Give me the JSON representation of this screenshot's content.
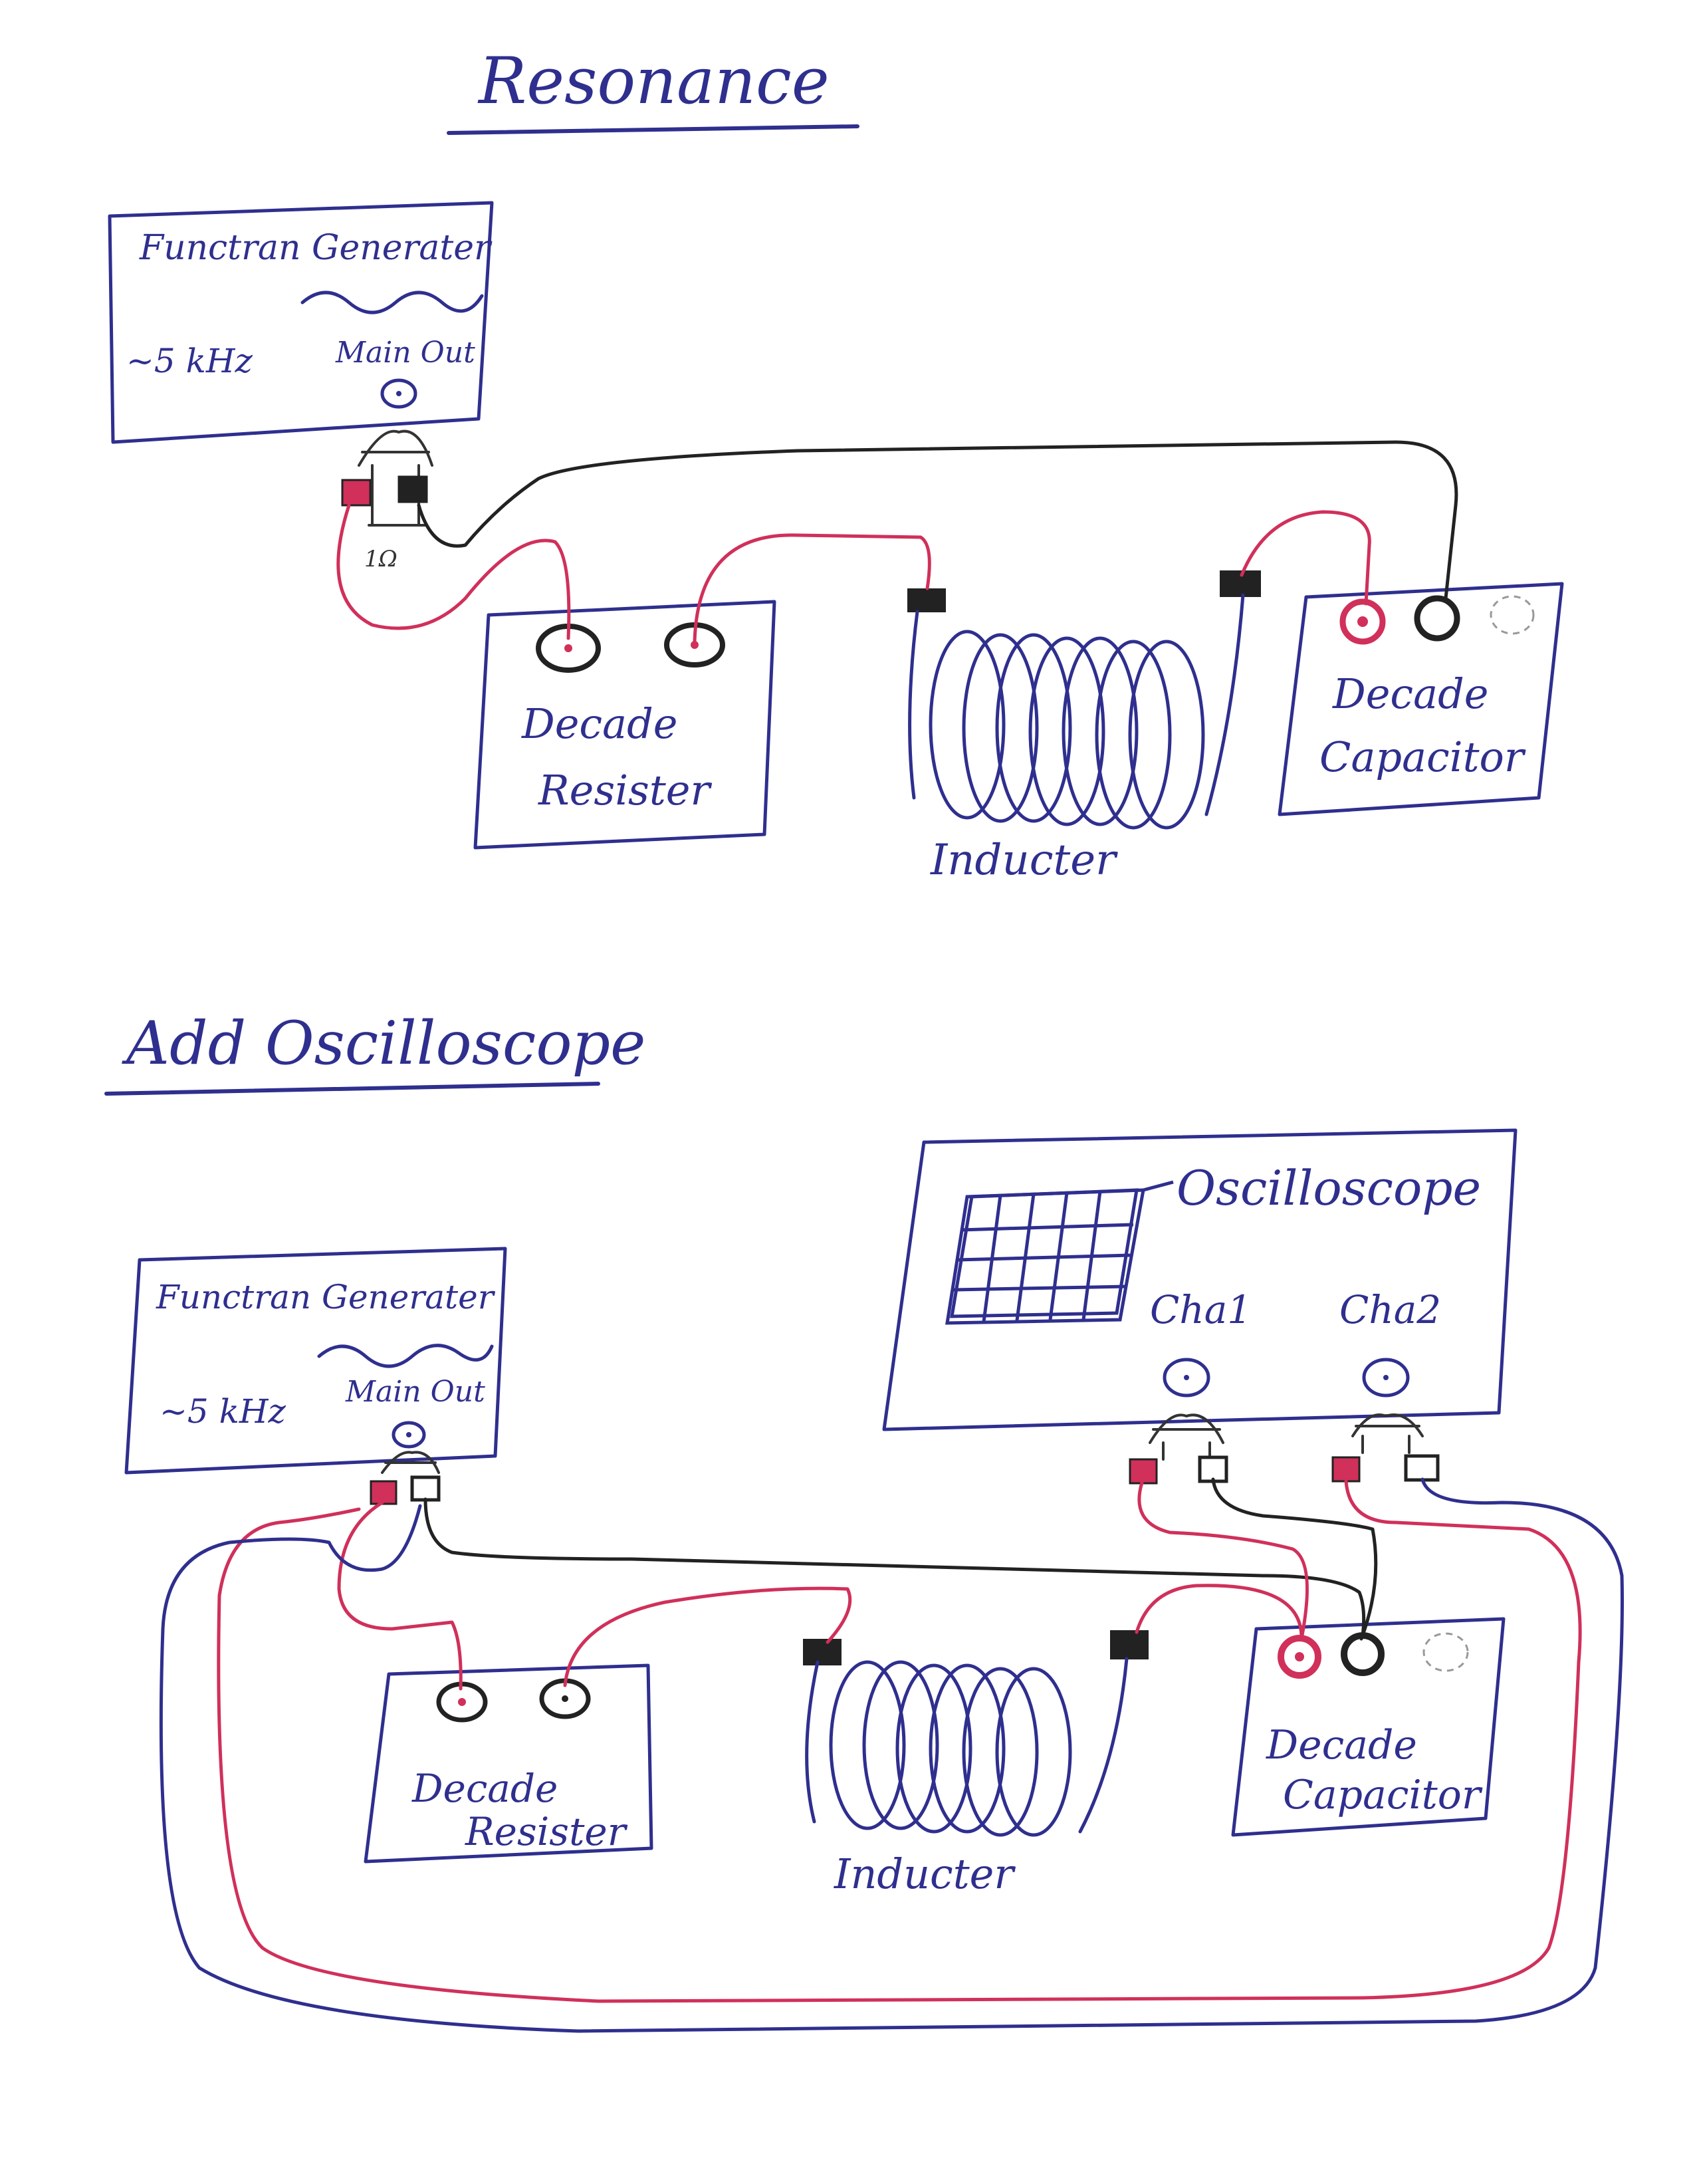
{
  "colors": {
    "blue_ink": "#2f2f8f",
    "red_ink": "#d0305a",
    "black_ink": "#222222",
    "paper": "#ffffff"
  },
  "diagram1": {
    "title": "Resonance",
    "function_generator": {
      "label": "Functran Generater",
      "freq": "~5 kHz",
      "output": "Main Out",
      "adapter_label": "1Ω"
    },
    "decade_resistor": {
      "line1": "Decade",
      "line2": "Resister"
    },
    "inductor": {
      "label": "Inducter"
    },
    "decade_capacitor": {
      "line1": "Decade",
      "line2": "Capacitor"
    }
  },
  "diagram2": {
    "title": "Add Oscilloscope",
    "function_generator": {
      "label": "Functran Generater",
      "freq": "~5 kHz",
      "output": "Main Out"
    },
    "oscilloscope": {
      "label": "Oscilloscope",
      "ch1": "Cha1",
      "ch2": "Cha2"
    },
    "decade_resistor": {
      "line1": "Decade",
      "line2": "Resister"
    },
    "inductor": {
      "label": "Inducter"
    },
    "decade_capacitor": {
      "line1": "Decade",
      "line2": "Capacitor"
    }
  }
}
